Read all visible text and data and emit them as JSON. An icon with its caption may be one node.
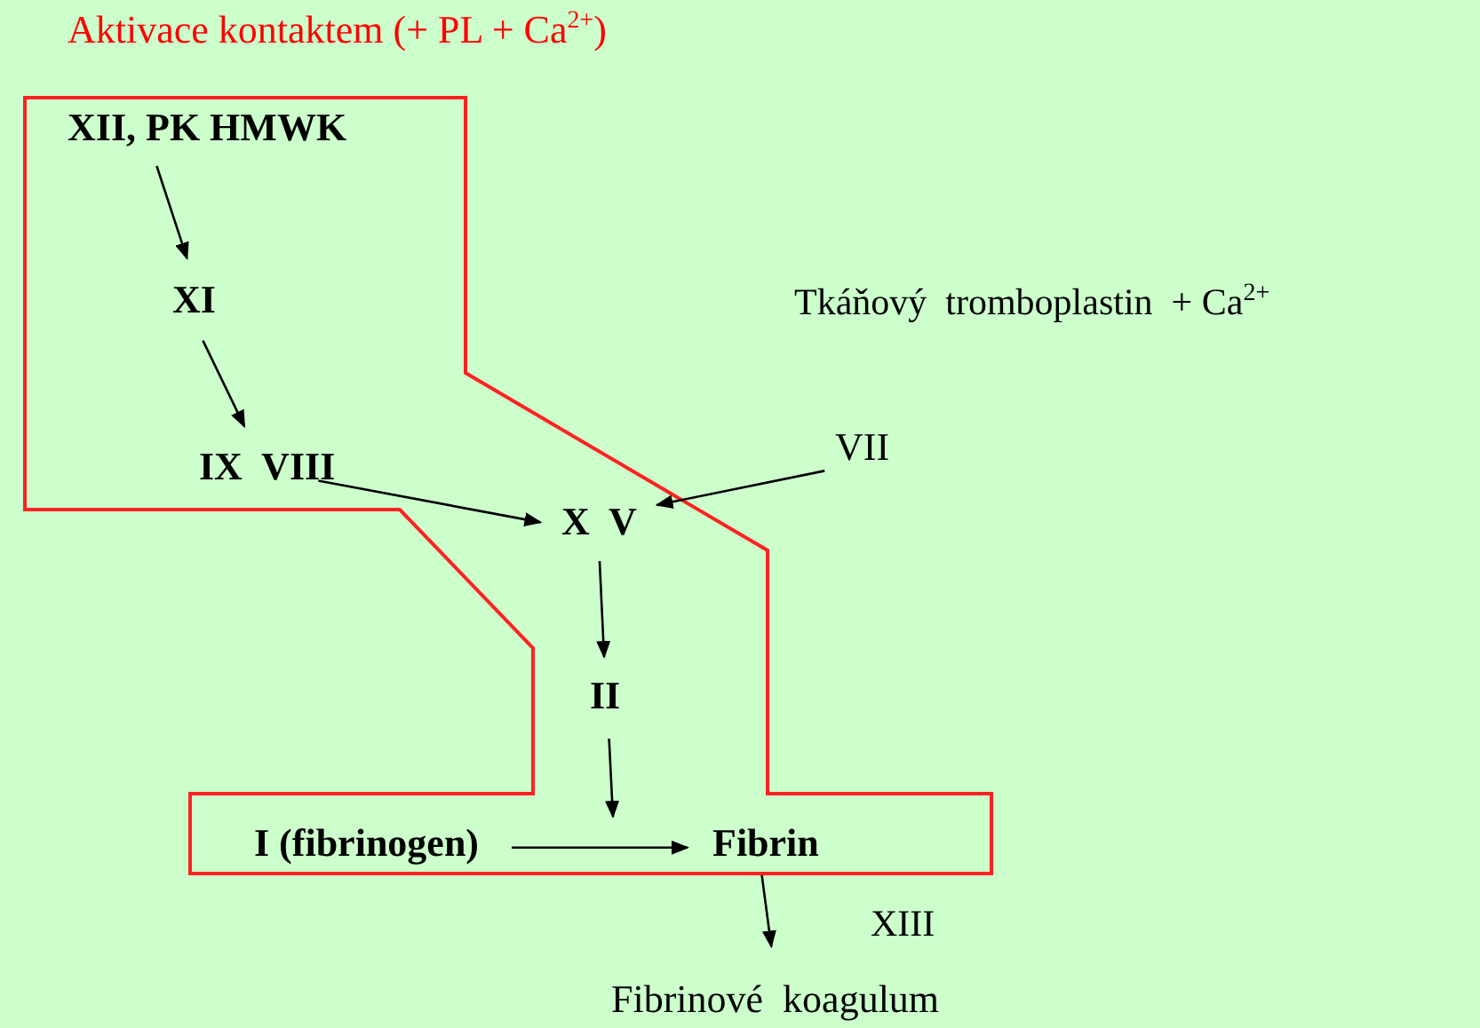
{
  "diagram": {
    "title": "Aktivace kontaktem (+ PL + Ca$^{2+}$)",
    "nodes": [
      {
        "text": [
          "XII, PK HMWK"
        ]
      },
      {
        "text": [
          "XI"
        ]
      },
      {
        "text": [
          "IX  VIII"
        ]
      },
      {
        "text": [
          "X  V"
        ]
      },
      {
        "text": [
          "VII"
        ]
      },
      {
        "text": [
          "II"
        ]
      },
      {
        "text": [
          "I (fibrinogen)"
        ]
      },
      {
        "text": [
          "Fibrin"
        ]
      },
      {
        "text": [
          "Fibrinové  koagulum"
        ]
      }
    ],
    "edges": [
      {
        "from": 0,
        "to": 1,
        "arrow": "to"
      },
      {
        "from": 1,
        "to": 2,
        "arrow": "to"
      },
      {
        "from": 2,
        "to": 3,
        "arrow": "to"
      },
      {
        "from": 4,
        "to": 3,
        "arrow": "to"
      },
      {
        "from": 3,
        "to": 5,
        "arrow": "to"
      },
      {
        "from": 5,
        "to": null,
        "arrow": "to"
      },
      {
        "from": 6,
        "to": 7,
        "arrow": "to"
      },
      {
        "from": 7,
        "to": 8,
        "arrow": "to",
        "label": "XIII"
      }
    ],
    "labels": [
      "Tkáňový  tromboplastin  + Ca$^{2+}$"
    ]
  }
}
